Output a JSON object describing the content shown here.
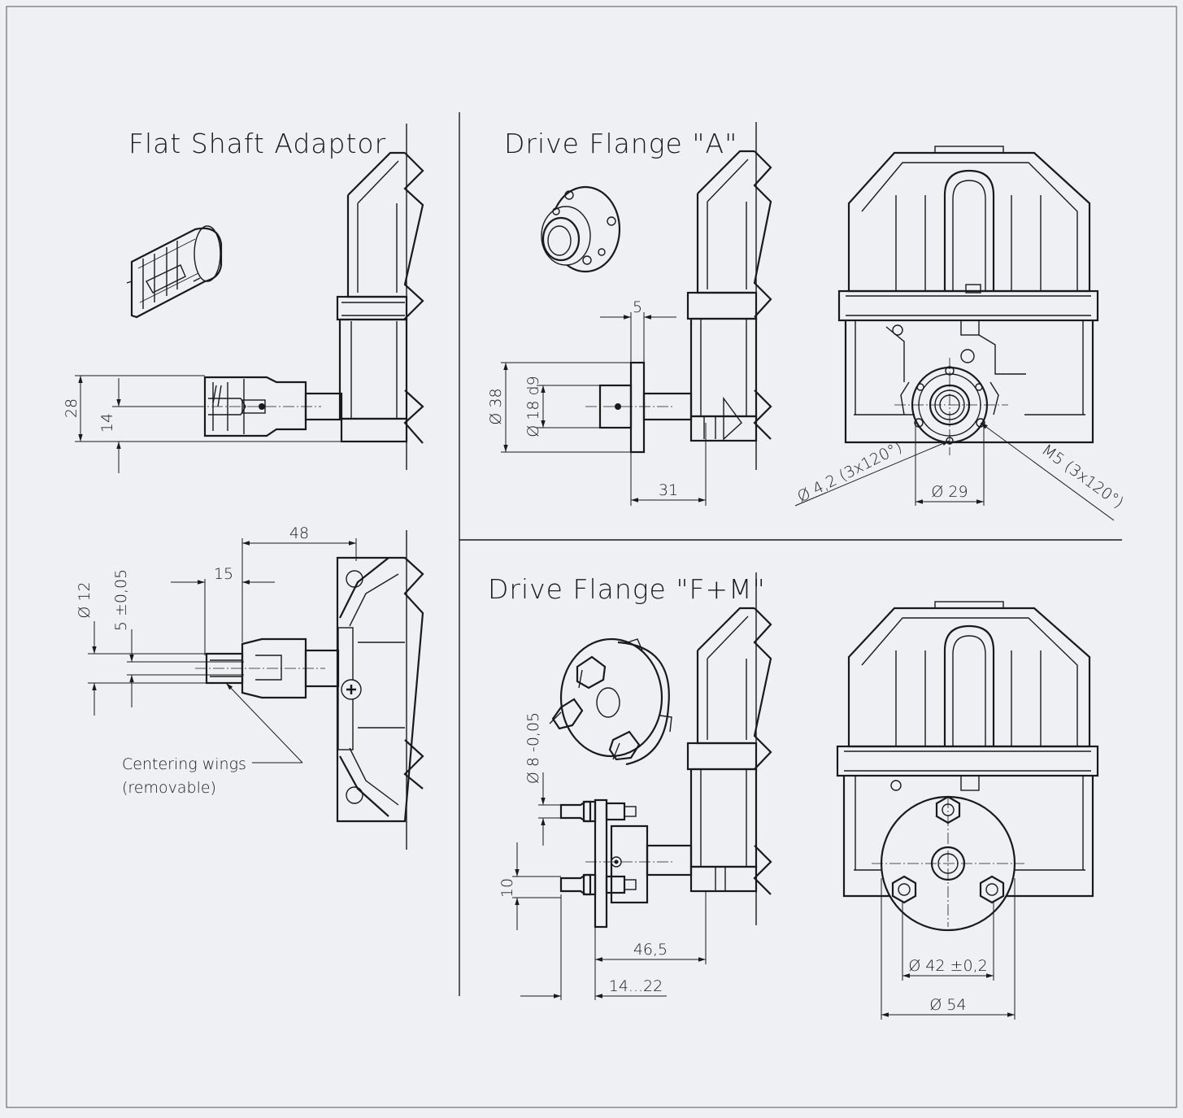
{
  "sections": {
    "flat_shaft": {
      "title": "Flat Shaft Adaptor"
    },
    "flange_a": {
      "title": "Drive Flange \"A\""
    },
    "flange_fm": {
      "title": "Drive Flange \"F+M\""
    }
  },
  "dimensions": {
    "fs_28": "28",
    "fs_14": "14",
    "fs_48": "48",
    "fs_15": "15",
    "fs_d12": "Ø 12",
    "fs_5": "5 ±0,05",
    "a_5": "5",
    "a_d38": "Ø 38",
    "a_d18": "Ø 18 d9",
    "a_31": "31",
    "a_d42": "Ø 4,2 (3x120°)",
    "a_d29": "Ø 29",
    "a_m5": "M5 (3x120°)",
    "fm_d8": "Ø 8 -0,05",
    "fm_10": "10",
    "fm_465": "46,5",
    "fm_1422": "14...22",
    "fm_d42": "Ø 42 ±0,2",
    "fm_d54": "Ø 54"
  },
  "notes": {
    "centering_line1": "Centering wings",
    "centering_line2": "(removable)"
  },
  "colors": {
    "background": "#eef0f4",
    "ink": "#1a1a1a"
  }
}
